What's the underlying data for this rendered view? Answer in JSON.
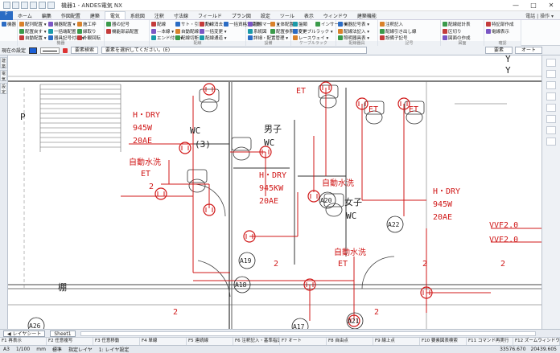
{
  "window": {
    "title": "機器1 - ANDES電気 NX",
    "controls": [
      "—",
      "□",
      "✕"
    ]
  },
  "menu": {
    "file": "F",
    "items": [
      "ホーム",
      "編集",
      "作図配置",
      "建築",
      "電気",
      "系統図",
      "注釈",
      "寸法線",
      "フィールド",
      "プラン図",
      "設定",
      "ツール",
      "表示",
      "ウィンドウ",
      "建築機能"
    ],
    "active_index": 4,
    "right": "電話 | 操作 ▾"
  },
  "ribbon": {
    "groups": [
      {
        "label": "",
        "buttons": [
          "機器"
        ]
      },
      {
        "label": "機器",
        "buttons": [
          "配列配置 ▾",
          "配置戻す ▾",
          "自動配置 ▾",
          "機器配置 ▾",
          "一括端配置 ▾",
          "器具記号付け ▾",
          "施工枠",
          "縁取り",
          "外観回転"
        ]
      },
      {
        "label": "",
        "buttons": [
          "器の記号",
          "機能部品配置"
        ]
      },
      {
        "label": "配線",
        "buttons": [
          "配線",
          "—本線 ▾",
          "エンド付け ▾",
          "サト・引下げ ▾",
          "自動配線 ▾",
          "配線切断 ▾",
          "配線消去 ▾",
          "一括変更 ▾",
          "配線通道 ▾",
          "一括資格法変更"
        ]
      },
      {
        "label": "設備",
        "buttons": [
          "配線マーク ▾",
          "系統図",
          "詳細・配置管理 ▾",
          "立体配置",
          "配置参照図変更"
        ]
      },
      {
        "label": "ケーブルラック",
        "buttons": [
          "盤類",
          "ケーブルラック ▾",
          "レースウェイ ▾",
          "インサート ▾"
        ]
      },
      {
        "label": "配線器具",
        "buttons": [
          "機器記号表 ▾",
          "配線法記入 ▾",
          "照明器具表 ▾"
        ]
      },
      {
        "label": "記号",
        "buttons": [
          "注釈記入",
          "配線引き出し線",
          "設備子記号"
        ]
      },
      {
        "label": "図面",
        "buttons": [
          "配線総計表",
          "区切り",
          "図面の作成"
        ]
      },
      {
        "label": "確認",
        "buttons": [
          "特記部作成",
          "電線表示"
        ]
      }
    ]
  },
  "command_bar": {
    "label": "現在の設定",
    "color_hex": "#1b5fd6",
    "search_button": "要素検索",
    "prompt": "要素を選択してください。(E)",
    "dropdown1": "要素",
    "dropdown2": "オート"
  },
  "left_tabs": [
    "建築",
    "電気",
    "設定"
  ],
  "drawing": {
    "red_labels": [
      "H・DRY",
      "945W",
      "20AE",
      "自動水洗",
      "ET",
      "H・DRY",
      "945KW",
      "20AE",
      "自動水洗",
      "ET",
      "ET",
      "ET",
      "H・DRY",
      "945W",
      "20AE",
      "VVF2.0",
      "VVF2.0",
      "自動水洗",
      "ET",
      "2",
      "2",
      "2",
      "2",
      "2",
      "2"
    ],
    "black_labels": [
      "P",
      "WC",
      "(3)",
      "男子",
      "WC",
      "女子",
      "WC",
      "棚",
      "Y",
      "Y"
    ],
    "circle_tags": [
      "A19",
      "A18",
      "A20",
      "A22",
      "A21",
      "A17",
      "A26"
    ]
  },
  "sheet_tabs": {
    "layout": "◀ レイヤシート",
    "sheet": "Sheet1"
  },
  "function_keys": [
    "F1 再表示",
    "F2 任意複写",
    "F3 任意移動",
    "F4 単線",
    "F5 連続線",
    "F6 注釈記入・基準指定",
    "F7 オート",
    "F8 自由点",
    "F9 線上点",
    "F10 要素図表検索",
    "F11 コマンド再実行",
    "F12 ズームウィンドウ"
  ],
  "status": {
    "paper": "A3",
    "scale": "1/100",
    "unit": "mm",
    "standard": "標準",
    "layer_label": "指定レイヤ",
    "layer_value": "1: レイヤ設定",
    "x": "33576.670",
    "y": "20439.605"
  }
}
